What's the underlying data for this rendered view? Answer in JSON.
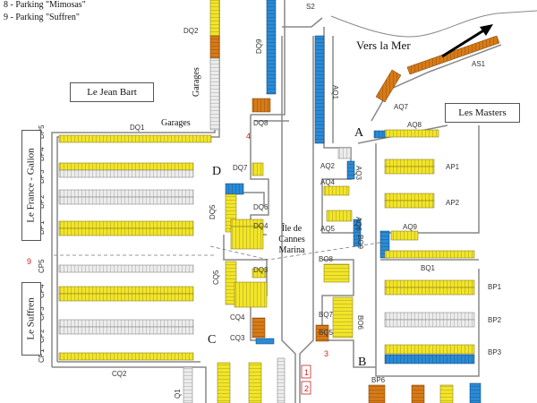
{
  "legend": {
    "item_8": "8 - Parking \"Mimosas\"",
    "item_9": "9 - Parking \"Suffren\""
  },
  "places": {
    "jean_bart": "Le Jean Bart",
    "masters": "Les Masters",
    "france_galion": "Le France - Galion",
    "suffren": "Le Suffren",
    "island": [
      "Île de",
      "Cannes",
      "Marina"
    ],
    "sea": "Vers la Mer",
    "garages_a": "Garages",
    "garages_b": "Garages"
  },
  "zones": {
    "a": "A",
    "b": "B",
    "c": "C",
    "d": "D"
  },
  "markers": {
    "m1": "1",
    "m2": "2",
    "m3": "3",
    "m4": "4",
    "m9": "9"
  },
  "docks": {
    "DQ1": "DQ1",
    "DQ2": "DQ2",
    "DQ3": "DQ3",
    "DQ4": "DQ4",
    "DQ5": "DQ5",
    "DQ6": "DQ6",
    "DQ7": "DQ7",
    "DQ8": "DQ8",
    "DQ9": "DQ9",
    "AQ1": "AQ1",
    "AQ2": "AQ2",
    "AQ3": "AQ3",
    "AQ4": "AQ4",
    "AQ5": "AQ5",
    "AQ6": "AQ6",
    "AQ7": "AQ7",
    "AQ8": "AQ8",
    "AQ9": "AQ9",
    "AS1": "AS1",
    "AS2": "S2",
    "AP1": "AP1",
    "AP2": "AP2",
    "BP1": "BP1",
    "BP2": "BP2",
    "BP3": "BP3",
    "BQ1": "BQ1",
    "BO6": "BO6",
    "BO7": "BQ7",
    "BO8": "BO8",
    "BQ5": "BQ5",
    "BQ6": "BO6",
    "BO9": "BO9",
    "BP6": "BP6",
    "CQ1": "Q1",
    "CQ2": "CQ2",
    "CQ3": "CQ3",
    "CQ4": "CQ4",
    "CQ5": "CQ5",
    "CP1": "CP1",
    "CP2": "CP2",
    "CP3": "CP3",
    "CP4": "CP4",
    "CP5": "CP5",
    "DP1": "DP1",
    "DP2": "DP2",
    "DP3": "DP3",
    "DP4": "DP4",
    "DP5": "DP5"
  },
  "colors": {
    "yellow": "#f2e52a",
    "blue": "#2a8ad6",
    "orange": "#d77a17",
    "grey": "#d8d8d8",
    "road": "#777777",
    "red": "#cc2222"
  }
}
